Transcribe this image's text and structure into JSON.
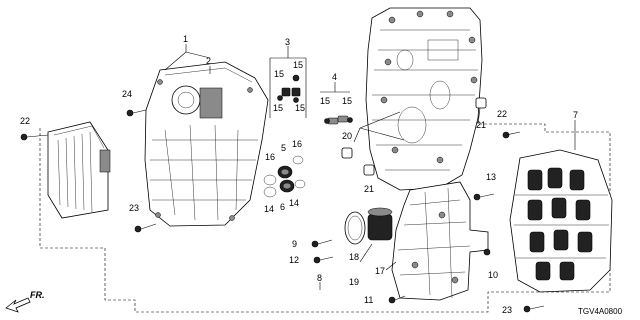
{
  "callouts": [
    "1",
    "2",
    "3",
    "4",
    "5",
    "6",
    "7",
    "8",
    "9",
    "10",
    "11",
    "12",
    "13",
    "14",
    "14",
    "15",
    "15",
    "15",
    "15",
    "15",
    "15",
    "16",
    "16",
    "17",
    "18",
    "19",
    "20",
    "21",
    "21",
    "22",
    "22",
    "23",
    "23",
    "24"
  ],
  "diagram_code": "TGV4A0800",
  "direction": {
    "label": "FR."
  }
}
